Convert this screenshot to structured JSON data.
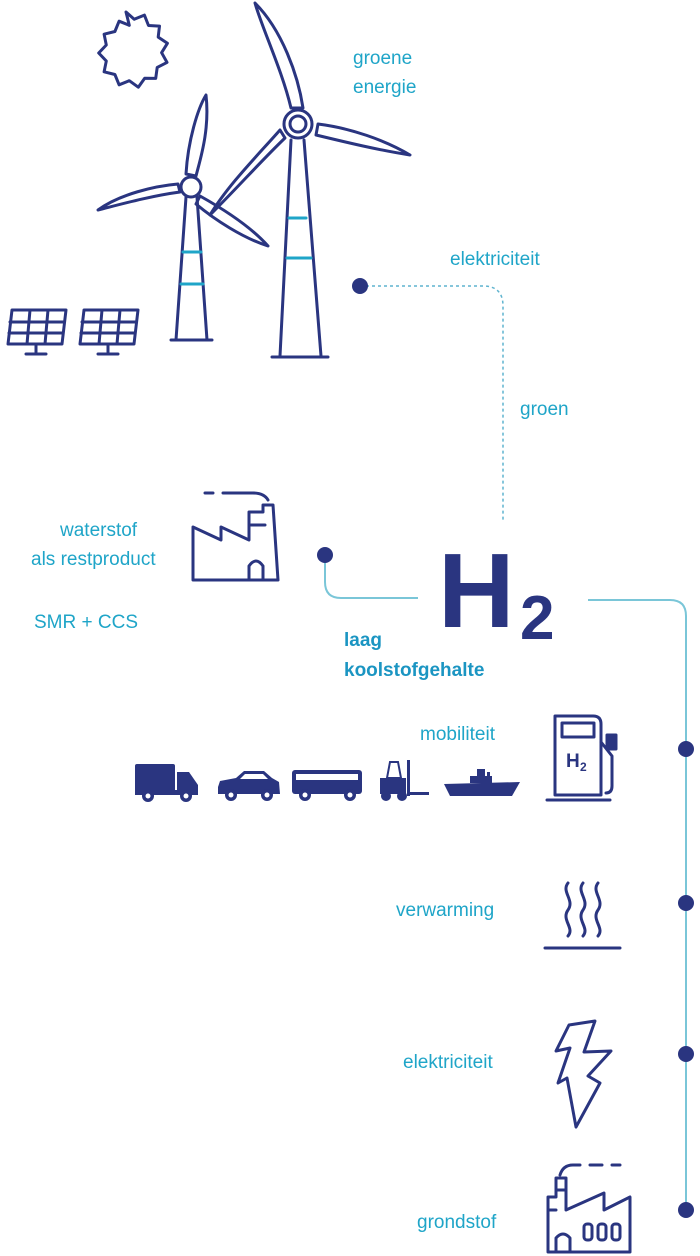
{
  "colors": {
    "navy": "#2a3580",
    "cyan": "#1fa5c8",
    "line": "#7ac6d8"
  },
  "labels": {
    "green_energy_line1": "groene",
    "green_energy_line2": "energie",
    "electricity_top": "elektriciteit",
    "green": "groen",
    "hydrogen_byproduct_line1": "waterstof",
    "hydrogen_byproduct_line2": "als restproduct",
    "smr_ccs": "SMR + CCS",
    "low_carbon_line1": "laag",
    "low_carbon_line2": "koolstofgehalte",
    "mobility": "mobiliteit",
    "heating": "verwarming",
    "electricity_bottom": "elektriciteit",
    "feedstock": "grondstof"
  },
  "h2": {
    "symbol": "H",
    "subscript": "2"
  },
  "pump": {
    "symbol": "H",
    "subscript": "2"
  },
  "icons": [
    "sun-icon",
    "wind-turbine-icon",
    "solar-panel-icon",
    "factory-icon",
    "truck-icon",
    "car-icon",
    "bus-icon",
    "forklift-icon",
    "ship-icon",
    "fuel-pump-icon",
    "heat-waves-icon",
    "lightning-icon",
    "industrial-plant-icon"
  ]
}
